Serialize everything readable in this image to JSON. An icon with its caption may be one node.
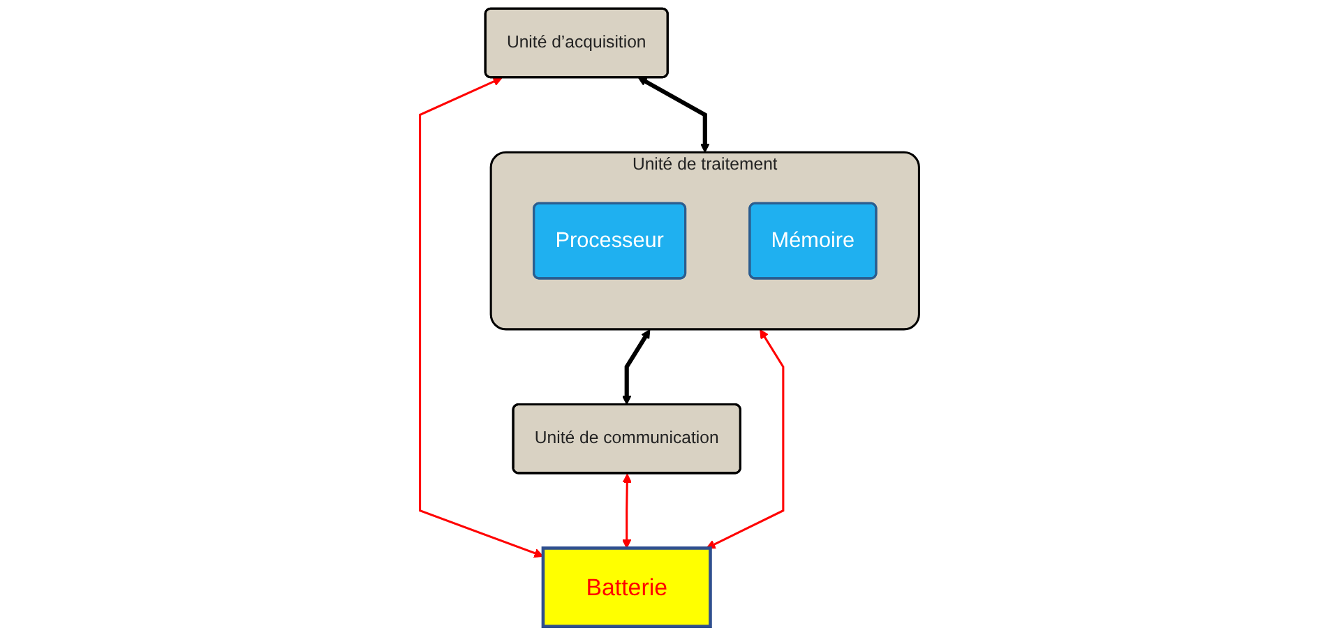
{
  "diagram": {
    "nodes": [
      {
        "text": [
          "Unité d’acquisition"
        ]
      },
      {
        "text": [
          "Unité de traitement"
        ]
      },
      {
        "text": [
          "Processeur"
        ],
        "in": 1
      },
      {
        "text": [
          "Mémoire"
        ],
        "in": 1
      },
      {
        "text": [
          "Unité de communication"
        ]
      },
      {
        "text": [
          "Batterie"
        ]
      }
    ],
    "edges": [
      {
        "from": 0,
        "to": 1,
        "arrow": "both",
        "style": "thick",
        "color": "#000000"
      },
      {
        "from": 1,
        "to": 4,
        "arrow": "both",
        "style": "thick",
        "color": "#000000"
      },
      {
        "from": 0,
        "to": 5,
        "arrow": "both"
      },
      {
        "from": 1,
        "to": 5,
        "arrow": "both"
      },
      {
        "from": 4,
        "to": 5,
        "arrow": "both"
      }
    ]
  }
}
